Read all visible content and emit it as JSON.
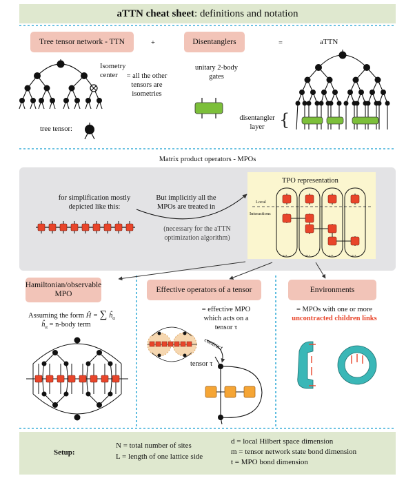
{
  "title": {
    "bold": "aTTN cheat sheet",
    "rest": ": definitions and notation"
  },
  "top": {
    "ttn_label": "Tree tensor network - TTN",
    "plus": "+",
    "disentanglers_label": "Disentanglers",
    "equals": "=",
    "attn_label": "aTTN",
    "isometry_center": [
      "Isometry",
      "center"
    ],
    "isometry_note": [
      "= all the other",
      "tensors are",
      "isometries"
    ],
    "unitary_note": [
      "unitary 2-body",
      "gates"
    ],
    "tree_tensor": "tree tensor:",
    "disentangler_layer": [
      "disentangler",
      "layer"
    ]
  },
  "mpo": {
    "heading": "Matrix product operators - MPOs",
    "simplification": [
      "for simplification mostly",
      "depicted like this:"
    ],
    "implicit": [
      "But implicitly all the",
      "MPOs are treated in"
    ],
    "necessary": [
      "(necessary for the aTTN",
      "optimization algorithm)"
    ],
    "tpo_title": "TPO representation",
    "tpo_local": "Local",
    "tpo_interactions": "Interactions",
    "dots": "..."
  },
  "bottom": {
    "hamiltonian_label": [
      "Hamiltonian/observable",
      "MPO"
    ],
    "assuming": "Assuming the form",
    "form_lhs": "Ĥ =",
    "form_sum": "∑",
    "form_term": "ĥ",
    "form_sub": "α",
    "nbody": "ĥ",
    "nbody_rest": " = n-body term",
    "effective_label": "Effective operators of a tensor",
    "effective_note": [
      "= effective MPO",
      "which acts on a",
      "tensor τ"
    ],
    "contract": "contract",
    "tensor_tau": "tensor τ",
    "environments_label": "Environments",
    "env_note": "= MPOs with one or more",
    "env_highlight": "uncontracted children links"
  },
  "setup": {
    "label": "Setup:",
    "n": "N = total number of sites",
    "l": "L = length of one lattice side",
    "d": "d = local Hilbert space dimension",
    "m": "m = tensor network state bond dimension",
    "t": "t = MPO bond dimension"
  },
  "colors": {
    "red": "#e8452a",
    "green": "#7cbf3a",
    "teal": "#3ab7b7",
    "orange": "#f5a535",
    "pink": "#f2c4b8",
    "sage": "#dfe8cf",
    "dash": "#3aaed8"
  }
}
